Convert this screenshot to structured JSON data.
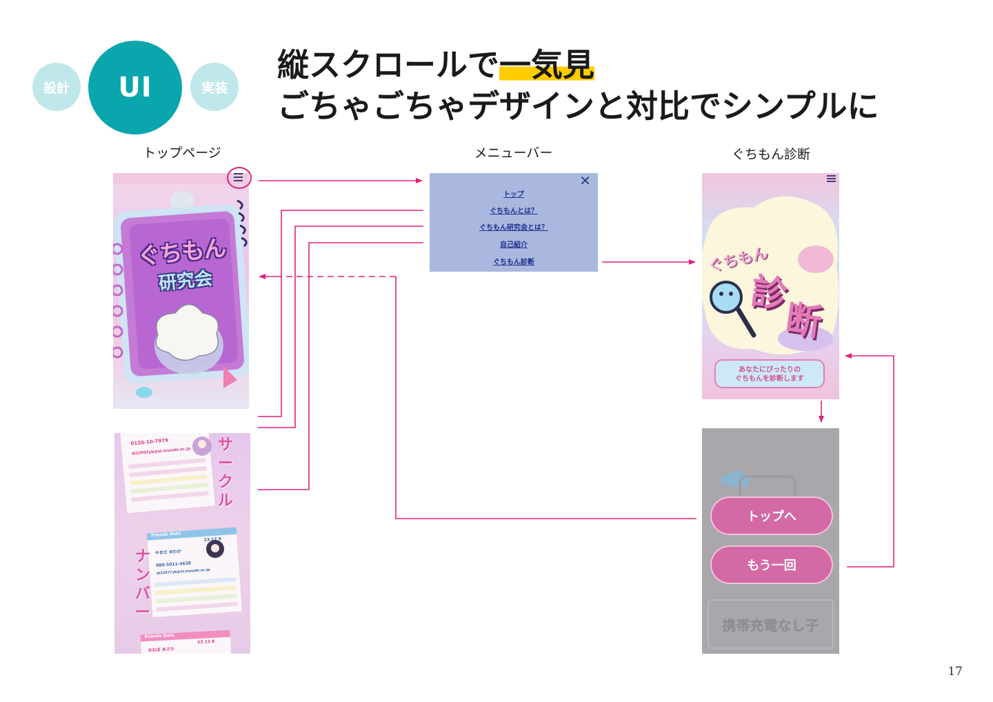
{
  "steps": {
    "design": "設計",
    "ui": "UI",
    "impl": "実装"
  },
  "heading": {
    "line1_a": "縦スクロールで",
    "line1_b": "一気見",
    "line2": "ごちゃごちゃデザインと対比でシンプルに"
  },
  "captions": {
    "top_page": "トップページ",
    "menu_bar": "メニューバー",
    "diagnosis": "ぐちもん診断"
  },
  "top_screen": {
    "logo_line1": "ぐちもん",
    "logo_line2": "研究会"
  },
  "circle_screen": {
    "vertical_text_1": "サークル",
    "vertical_text_2": "ナンバー",
    "card1": {
      "phone": "0120-10-7979",
      "email": "di22092yb@st.musabi.ac.jp"
    },
    "card2": {
      "header": "Friends Date",
      "name_label": "やまだ ゆわか",
      "phone": "080-5011-4638",
      "email": "di22077yb@st.musabi.ac.jp",
      "date": "23 12 8"
    },
    "card3": {
      "header": "Friends Date",
      "name_label": "おおば あさひ",
      "date": "23 12 8"
    }
  },
  "menu": {
    "items": [
      "トップ",
      "ぐちもんとは？",
      "ぐちもん研究会とは？",
      "自己紹介",
      "ぐちもん診断"
    ],
    "close": "✕"
  },
  "diagnosis_screen": {
    "title_small": "ぐちもん",
    "title_big_1": "診",
    "title_big_2": "断",
    "start_button_line1": "あなたにぴったりの",
    "start_button_line2": "ぐちもんを診断します"
  },
  "result_screen": {
    "top_button": "トップへ",
    "retry_button": "もう一回",
    "result_name": "携帯充電なし子"
  },
  "page_number": "17",
  "colors": {
    "accent": "#0aa6ad",
    "arrow": "#e0207a",
    "highlight": "#ffcc00",
    "menu_bg": "#aab8e0"
  }
}
